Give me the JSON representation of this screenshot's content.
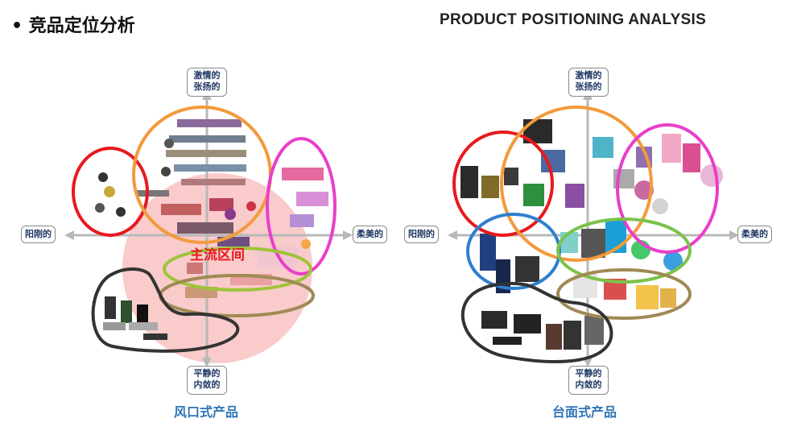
{
  "header": {
    "title_cn": "• 竞品定位分析",
    "title_en": "PRODUCT POSITIONING ANALYSIS"
  },
  "axes": {
    "top": [
      "激情的",
      "张扬的"
    ],
    "bottom": [
      "平静的",
      "内敛的"
    ],
    "left": "阳刚的",
    "right": "柔美的"
  },
  "panels": [
    {
      "caption": "风口式产品",
      "highlight_label": "主流区间",
      "clusters": [
        {
          "color": "#e8191e"
        },
        {
          "color": "#f39a3d"
        },
        {
          "color": "#e83fc9"
        },
        {
          "color": "#9ec43a"
        },
        {
          "color": "#a08a55"
        },
        {
          "color": "#333333"
        }
      ]
    },
    {
      "caption": "台面式产品",
      "clusters": [
        {
          "color": "#e8191e"
        },
        {
          "color": "#f39a3d"
        },
        {
          "color": "#e83fc9"
        },
        {
          "color": "#2e7fd0"
        },
        {
          "color": "#7cc24a"
        },
        {
          "color": "#a08a55"
        },
        {
          "color": "#333333"
        }
      ]
    }
  ],
  "colors": {
    "axis": "#b8b8b8",
    "label_text": "#1f3864",
    "caption": "#2e75b6",
    "mainstream_fill": "#f7b9b9"
  }
}
